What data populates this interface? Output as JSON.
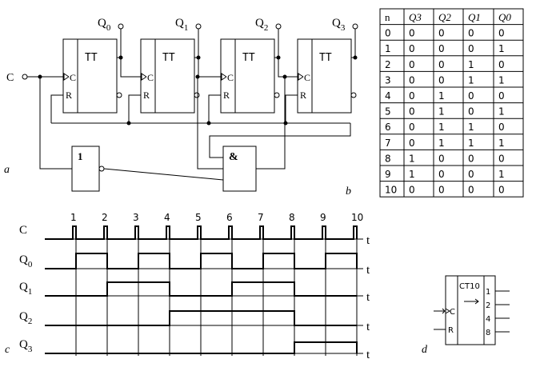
{
  "part_labels": {
    "a": "a",
    "b": "b",
    "c": "c",
    "d": "d"
  },
  "circuit": {
    "clock_label": "C",
    "trigger_label": "TT",
    "c_pin": "C",
    "r_pin": "R",
    "q_labels": [
      {
        "main": "Q",
        "sub": "0"
      },
      {
        "main": "Q",
        "sub": "1"
      },
      {
        "main": "Q",
        "sub": "2"
      },
      {
        "main": "Q",
        "sub": "3"
      }
    ],
    "not_gate": "1",
    "and_gate": "&"
  },
  "table": {
    "headers": [
      "n",
      "Q3",
      "Q2",
      "Q1",
      "Q0"
    ],
    "rows": [
      [
        "0",
        "0",
        "0",
        "0",
        "0"
      ],
      [
        "1",
        "0",
        "0",
        "0",
        "1"
      ],
      [
        "2",
        "0",
        "0",
        "1",
        "0"
      ],
      [
        "3",
        "0",
        "0",
        "1",
        "1"
      ],
      [
        "4",
        "0",
        "1",
        "0",
        "0"
      ],
      [
        "5",
        "0",
        "1",
        "0",
        "1"
      ],
      [
        "6",
        "0",
        "1",
        "1",
        "0"
      ],
      [
        "7",
        "0",
        "1",
        "1",
        "1"
      ],
      [
        "8",
        "1",
        "0",
        "0",
        "0"
      ],
      [
        "9",
        "1",
        "0",
        "0",
        "1"
      ],
      [
        "10",
        "0",
        "0",
        "0",
        "0"
      ]
    ]
  },
  "timing": {
    "signals": [
      {
        "main": "C",
        "sub": ""
      },
      {
        "main": "Q",
        "sub": "0"
      },
      {
        "main": "Q",
        "sub": "1"
      },
      {
        "main": "Q",
        "sub": "2"
      },
      {
        "main": "Q",
        "sub": "3"
      }
    ],
    "pulse_numbers": [
      "1",
      "2",
      "3",
      "4",
      "5",
      "6",
      "7",
      "8",
      "9",
      "10"
    ],
    "t_label": "t",
    "levels": {
      "Q0": [
        0,
        1,
        0,
        1,
        0,
        1,
        0,
        1,
        0,
        1,
        0
      ],
      "Q1": [
        0,
        0,
        1,
        1,
        0,
        0,
        1,
        1,
        0,
        0,
        0
      ],
      "Q2": [
        0,
        0,
        0,
        0,
        1,
        1,
        1,
        1,
        0,
        0,
        0
      ],
      "Q3": [
        0,
        0,
        0,
        0,
        0,
        0,
        0,
        0,
        1,
        1,
        0
      ]
    }
  },
  "counter_chip": {
    "title": "CT10",
    "c_pin": "C",
    "r_pin": "R",
    "outputs": [
      "1",
      "2",
      "4",
      "8"
    ]
  }
}
